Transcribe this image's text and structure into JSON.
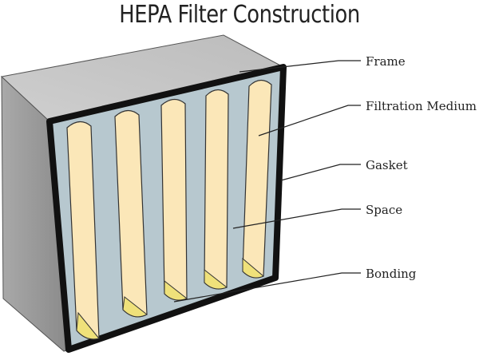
{
  "title": "HEPA Filter Construction",
  "labels": {
    "frame": "Frame",
    "filtration_medium": "Filtration Medium",
    "gasket": "Gasket",
    "space": "Space",
    "bonding": "Bonding"
  },
  "colors": {
    "frame_side": "#8c8c8c",
    "frame_top": "#c7c7c7",
    "gasket": "#111111",
    "space": "#b7c8cf",
    "pleat": "#fbe7b8",
    "bonding": "#efe17a",
    "leader": "#222222"
  }
}
